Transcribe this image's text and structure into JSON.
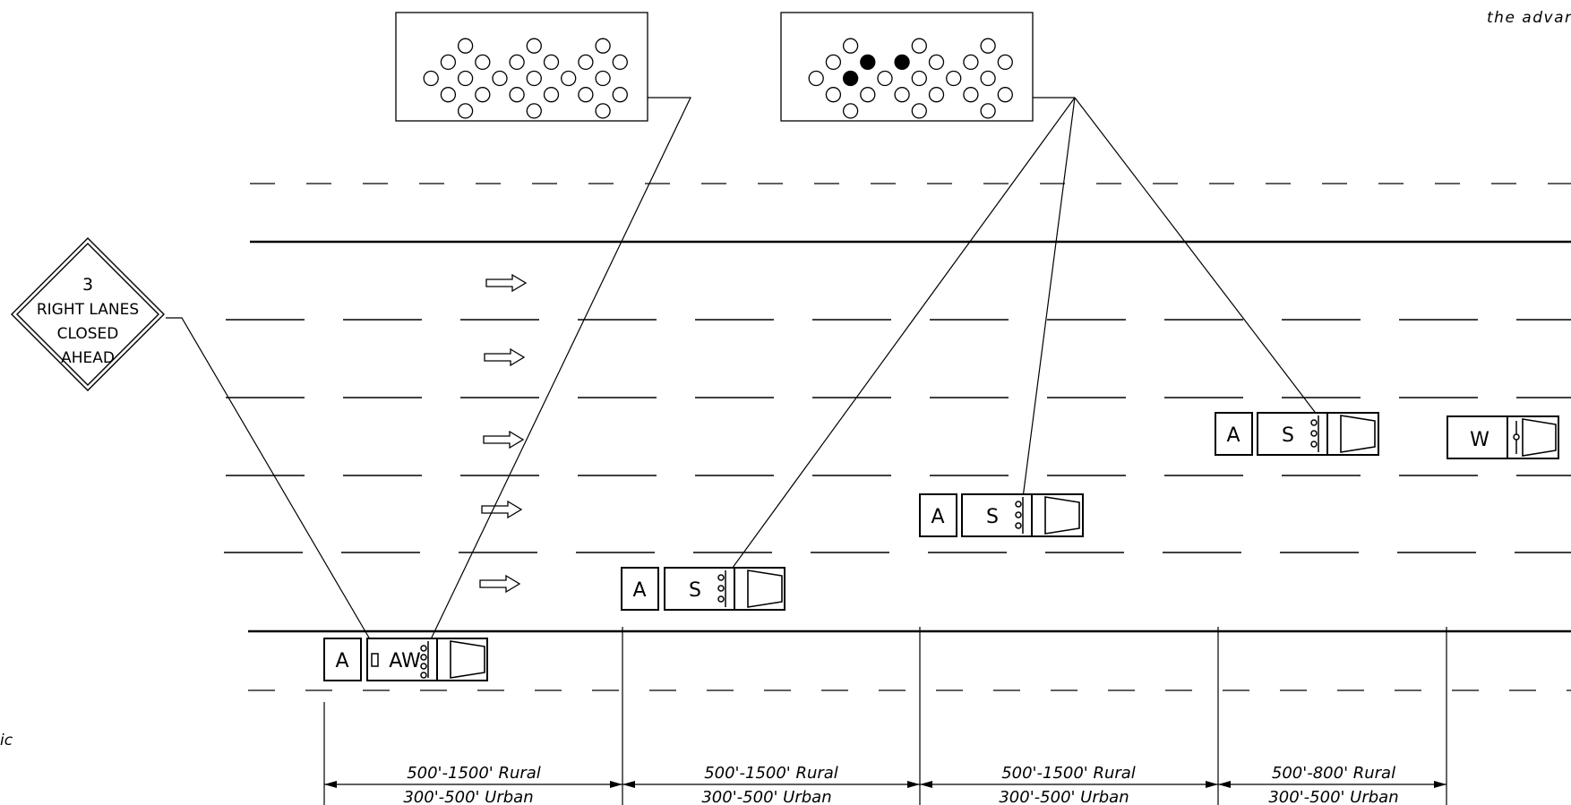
{
  "corner_texts": {
    "top_right": "the advar",
    "left_edge": "ic"
  },
  "sign": {
    "lines": [
      "3",
      "RIGHT LANES",
      "CLOSED",
      "AHEAD"
    ]
  },
  "arrow_boards": [
    {
      "id": "board-1",
      "lit": [
        "0,0",
        "0,6",
        "6,0",
        "6,6"
      ]
    },
    {
      "id": "board-2",
      "lit": [
        "0,0",
        "1,1",
        "1,5",
        "2,0",
        "2,4",
        "2,6",
        "3,3",
        "3,6",
        "4,0",
        "5,1",
        "5,5",
        "6,0"
      ]
    }
  ],
  "vehicles": [
    {
      "id": "truck-aw",
      "codes": [
        "A",
        "AW"
      ]
    },
    {
      "id": "truck-s-1",
      "codes": [
        "A",
        "S"
      ]
    },
    {
      "id": "truck-s-2",
      "codes": [
        "A",
        "S"
      ]
    },
    {
      "id": "truck-s-3",
      "codes": [
        "A",
        "S"
      ]
    },
    {
      "id": "truck-w",
      "codes": [
        "W"
      ]
    }
  ],
  "dimensions": [
    {
      "rural": "500'-1500' Rural",
      "urban": "300'-500' Urban"
    },
    {
      "rural": "500'-1500' Rural",
      "urban": "300'-500' Urban"
    },
    {
      "rural": "500'-1500' Rural",
      "urban": "300'-500' Urban"
    },
    {
      "rural": "500'-800' Rural",
      "urban": "300'-500' Urban"
    }
  ],
  "colors": {
    "ink": "#000000",
    "paper": "#ffffff"
  }
}
